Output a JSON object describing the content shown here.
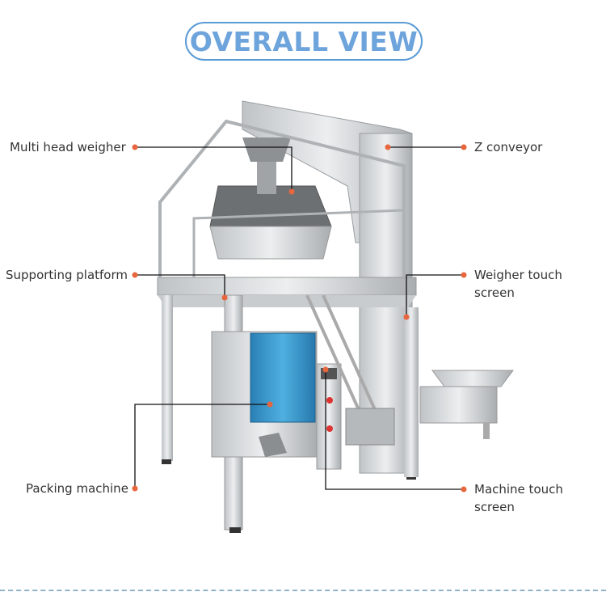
{
  "title": "OVERALL VIEW",
  "labels": {
    "multi_head_weigher": "Multi head weigher",
    "z_conveyor": "Z conveyor",
    "supporting_platform": "Supporting platform",
    "weigher_touch_screen": "Weigher touch screen",
    "packing_machine": "Packing machine",
    "machine_touch_screen_line1": "Machine touch",
    "machine_touch_screen_line2": "screen"
  },
  "colors": {
    "accent": "#5b9bd5",
    "marker": "#e8663d",
    "leader": "#111111"
  }
}
